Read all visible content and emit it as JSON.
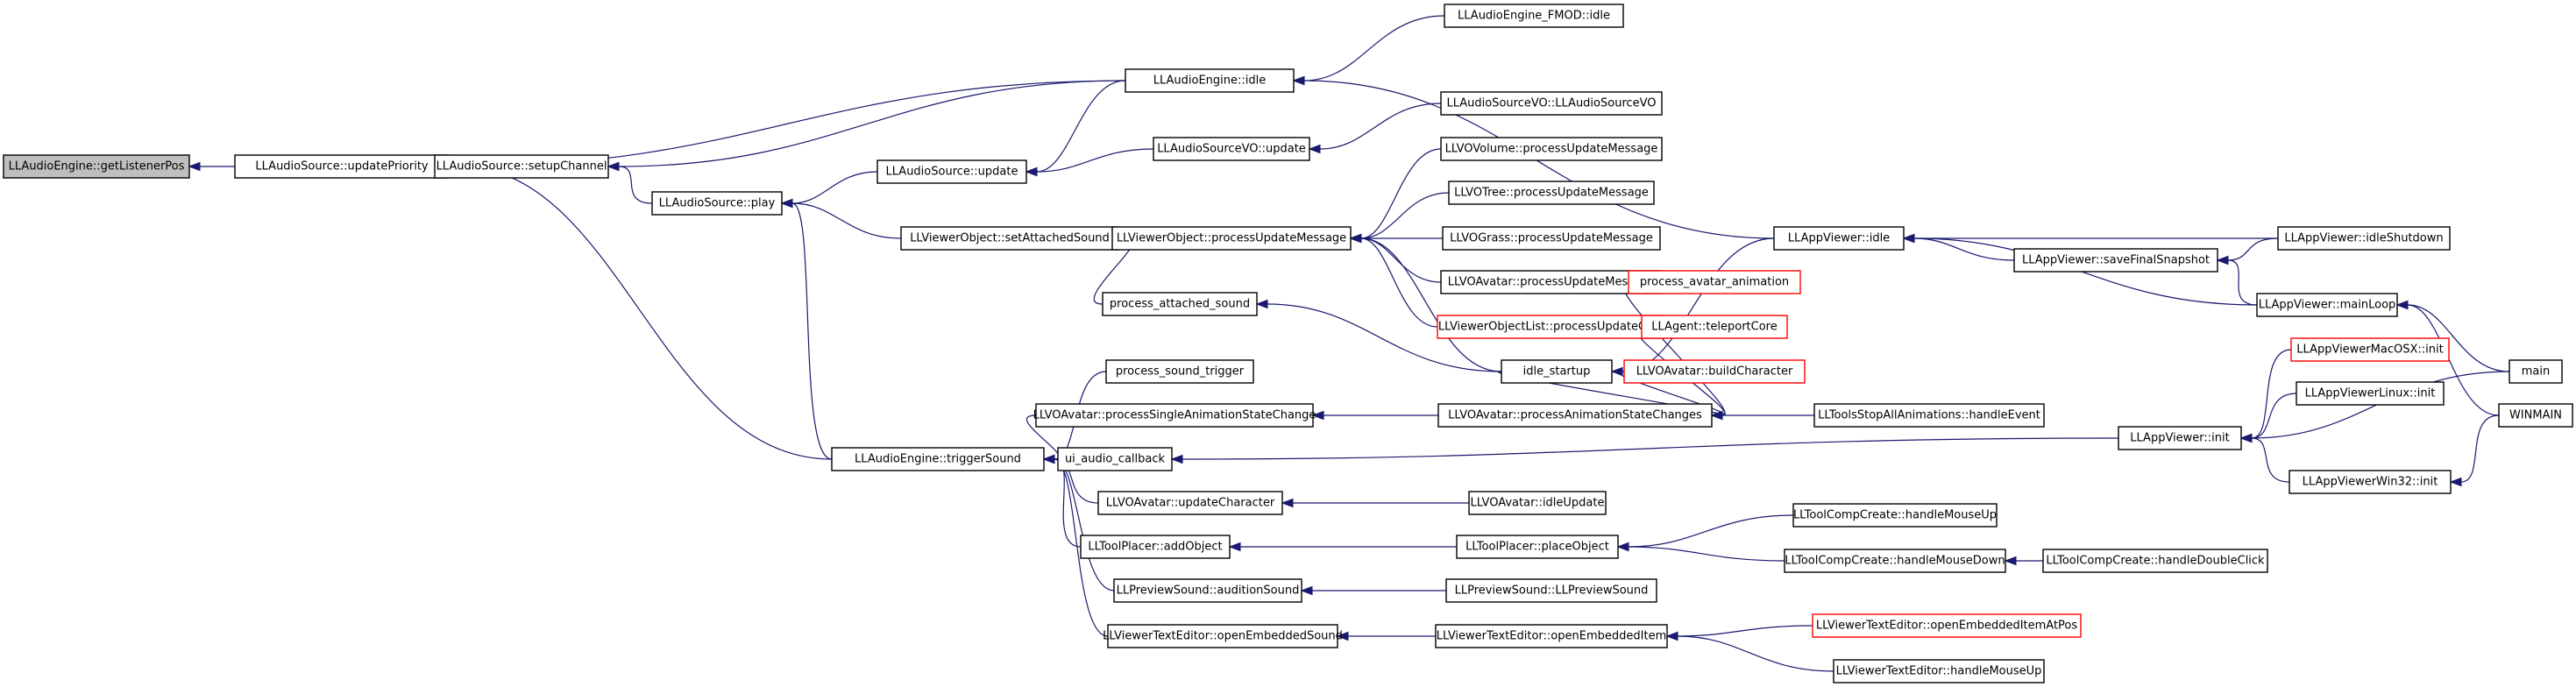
{
  "graph": {
    "colors": {
      "edge": "#191970",
      "truncated_border": "#ff0000",
      "root_fill": "#bfbfbf"
    },
    "nodes": [
      {
        "id": "n0",
        "label": "LLAudioEngine::getListenerPos"
      },
      {
        "id": "n1",
        "label": "LLAudioSource::updatePriority"
      },
      {
        "id": "n2",
        "label": "LLAudioSource::setupChannel"
      },
      {
        "id": "n3",
        "label": "LLAudioSource::play"
      },
      {
        "id": "n4",
        "label": "LLAudioEngine::idle"
      },
      {
        "id": "n5",
        "label": "LLAudioEngine::triggerSound"
      },
      {
        "id": "n6",
        "label": "LLAudioSource::update"
      },
      {
        "id": "n7",
        "label": "LLViewerObject::setAttachedSound"
      },
      {
        "id": "n8",
        "label": "LLAudioEngine_FMOD::idle"
      },
      {
        "id": "n9",
        "label": "LLAppViewer::idle"
      },
      {
        "id": "n10",
        "label": "LLAudioSourceVO::update"
      },
      {
        "id": "n11",
        "label": "LLAudioSourceVO::LLAudioSourceVO"
      },
      {
        "id": "n12",
        "label": "LLViewerObject::processUpdateMessage"
      },
      {
        "id": "n13",
        "label": "process_attached_sound"
      },
      {
        "id": "n14",
        "label": "LLVOVolume::processUpdateMessage"
      },
      {
        "id": "n15",
        "label": "LLVOTree::processUpdateMessage"
      },
      {
        "id": "n16",
        "label": "LLVOGrass::processUpdateMessage"
      },
      {
        "id": "n17",
        "label": "LLVOAvatar::processUpdateMessage"
      },
      {
        "id": "n18",
        "label": "LLViewerObjectList::processUpdateCore",
        "truncated": true
      },
      {
        "id": "n19",
        "label": "idle_startup"
      },
      {
        "id": "n20",
        "label": "process_sound_trigger"
      },
      {
        "id": "n21",
        "label": "LLVOAvatar::processSingleAnimationStateChange"
      },
      {
        "id": "n22",
        "label": "LLVOAvatar::processAnimationStateChanges"
      },
      {
        "id": "n23",
        "label": "process_avatar_animation",
        "truncated": true
      },
      {
        "id": "n24",
        "label": "LLAgent::teleportCore",
        "truncated": true
      },
      {
        "id": "n25",
        "label": "LLVOAvatar::buildCharacter",
        "truncated": true
      },
      {
        "id": "n26",
        "label": "LLToolsStopAllAnimations::handleEvent"
      },
      {
        "id": "n27",
        "label": "ui_audio_callback"
      },
      {
        "id": "n28",
        "label": "LLAppViewer::init"
      },
      {
        "id": "n29",
        "label": "LLVOAvatar::updateCharacter"
      },
      {
        "id": "n30",
        "label": "LLVOAvatar::idleUpdate"
      },
      {
        "id": "n31",
        "label": "LLToolPlacer::addObject"
      },
      {
        "id": "n32",
        "label": "LLToolPlacer::placeObject"
      },
      {
        "id": "n33",
        "label": "LLToolCompCreate::handleMouseUp"
      },
      {
        "id": "n34",
        "label": "LLToolCompCreate::handleMouseDown"
      },
      {
        "id": "n35",
        "label": "LLToolCompCreate::handleDoubleClick"
      },
      {
        "id": "n36",
        "label": "LLPreviewSound::auditionSound"
      },
      {
        "id": "n37",
        "label": "LLPreviewSound::LLPreviewSound"
      },
      {
        "id": "n38",
        "label": "LLViewerTextEditor::openEmbeddedSound"
      },
      {
        "id": "n39",
        "label": "LLViewerTextEditor::openEmbeddedItem"
      },
      {
        "id": "n40",
        "label": "LLViewerTextEditor::openEmbeddedItemAtPos",
        "truncated": true
      },
      {
        "id": "n41",
        "label": "LLViewerTextEditor::handleMouseUp"
      },
      {
        "id": "n42",
        "label": "LLAppViewer::saveFinalSnapshot"
      },
      {
        "id": "n43",
        "label": "LLAppViewer::idleShutdown"
      },
      {
        "id": "n44",
        "label": "LLAppViewer::mainLoop"
      },
      {
        "id": "n45",
        "label": "LLAppViewerMacOSX::init",
        "truncated": true
      },
      {
        "id": "n46",
        "label": "LLAppViewerLinux::init"
      },
      {
        "id": "n47",
        "label": "LLAppViewerWin32::init"
      },
      {
        "id": "n48",
        "label": "main"
      },
      {
        "id": "n49",
        "label": "WINMAIN"
      }
    ],
    "edges": [
      [
        "n1",
        "n0"
      ],
      [
        "n2",
        "n1"
      ],
      [
        "n4",
        "n1"
      ],
      [
        "n5",
        "n1"
      ],
      [
        "n3",
        "n2"
      ],
      [
        "n4",
        "n2"
      ],
      [
        "n6",
        "n3"
      ],
      [
        "n7",
        "n3"
      ],
      [
        "n5",
        "n3"
      ],
      [
        "n8",
        "n4"
      ],
      [
        "n9",
        "n4"
      ],
      [
        "n4",
        "n6"
      ],
      [
        "n10",
        "n6"
      ],
      [
        "n11",
        "n10"
      ],
      [
        "n12",
        "n7"
      ],
      [
        "n13",
        "n7"
      ],
      [
        "n14",
        "n12"
      ],
      [
        "n15",
        "n12"
      ],
      [
        "n16",
        "n12"
      ],
      [
        "n17",
        "n12"
      ],
      [
        "n18",
        "n12"
      ],
      [
        "n19",
        "n13"
      ],
      [
        "n19",
        "n12"
      ],
      [
        "n9",
        "n19"
      ],
      [
        "n20",
        "n5"
      ],
      [
        "n21",
        "n5"
      ],
      [
        "n27",
        "n5"
      ],
      [
        "n29",
        "n5"
      ],
      [
        "n31",
        "n5"
      ],
      [
        "n36",
        "n5"
      ],
      [
        "n38",
        "n5"
      ],
      [
        "n22",
        "n21"
      ],
      [
        "n23",
        "n22"
      ],
      [
        "n24",
        "n22"
      ],
      [
        "n25",
        "n22"
      ],
      [
        "n26",
        "n22"
      ],
      [
        "n19",
        "n22"
      ],
      [
        "n28",
        "n27"
      ],
      [
        "n30",
        "n29"
      ],
      [
        "n32",
        "n31"
      ],
      [
        "n33",
        "n32"
      ],
      [
        "n34",
        "n32"
      ],
      [
        "n35",
        "n34"
      ],
      [
        "n37",
        "n36"
      ],
      [
        "n39",
        "n38"
      ],
      [
        "n40",
        "n39"
      ],
      [
        "n41",
        "n39"
      ],
      [
        "n42",
        "n9"
      ],
      [
        "n43",
        "n9"
      ],
      [
        "n44",
        "n9"
      ],
      [
        "n43",
        "n42"
      ],
      [
        "n44",
        "n42"
      ],
      [
        "n48",
        "n44"
      ],
      [
        "n49",
        "n44"
      ],
      [
        "n45",
        "n28"
      ],
      [
        "n46",
        "n28"
      ],
      [
        "n47",
        "n28"
      ],
      [
        "n48",
        "n28"
      ],
      [
        "n49",
        "n47"
      ]
    ]
  }
}
